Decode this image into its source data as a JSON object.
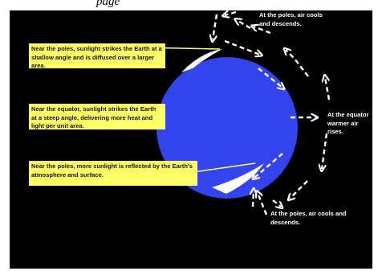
{
  "page": {
    "top_caption": "page"
  },
  "diagram": {
    "colors": {
      "background": "#000000",
      "earth": "#3344ee",
      "box": "#ffff66",
      "arrow": "#ffffff"
    },
    "boxes": {
      "poles_shallow": "Near the poles, sunlight strikes the Earth at a shallow angle and is diffused over a larger area.",
      "equator_steep": "Near the equator, sunlight strikes the Earth at a steep angle, delivering more heat and light per unit area.",
      "poles_reflected": "Near the poles, more sunlight is reflected by the Earth's atmosphere and surface."
    },
    "labels": {
      "top_pole": "At the poles, air cools and descends.",
      "equator": "At the equator warmer air rises.",
      "bottom_pole": "At the poles, air cools and descends."
    }
  }
}
